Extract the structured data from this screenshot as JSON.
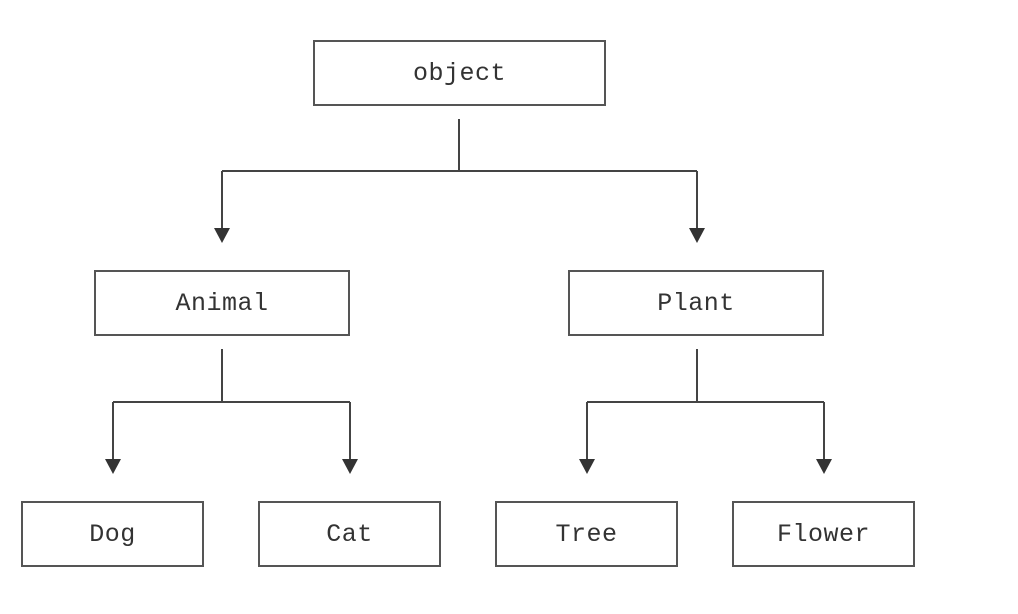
{
  "diagram": {
    "nodes": {
      "object": "object",
      "animal": "Animal",
      "plant": "Plant",
      "dog": "Dog",
      "cat": "Cat",
      "tree": "Tree",
      "flower": "Flower"
    },
    "edges": [
      {
        "from": "object",
        "to": "animal"
      },
      {
        "from": "object",
        "to": "plant"
      },
      {
        "from": "animal",
        "to": "dog"
      },
      {
        "from": "animal",
        "to": "cat"
      },
      {
        "from": "plant",
        "to": "tree"
      },
      {
        "from": "plant",
        "to": "flower"
      }
    ]
  }
}
